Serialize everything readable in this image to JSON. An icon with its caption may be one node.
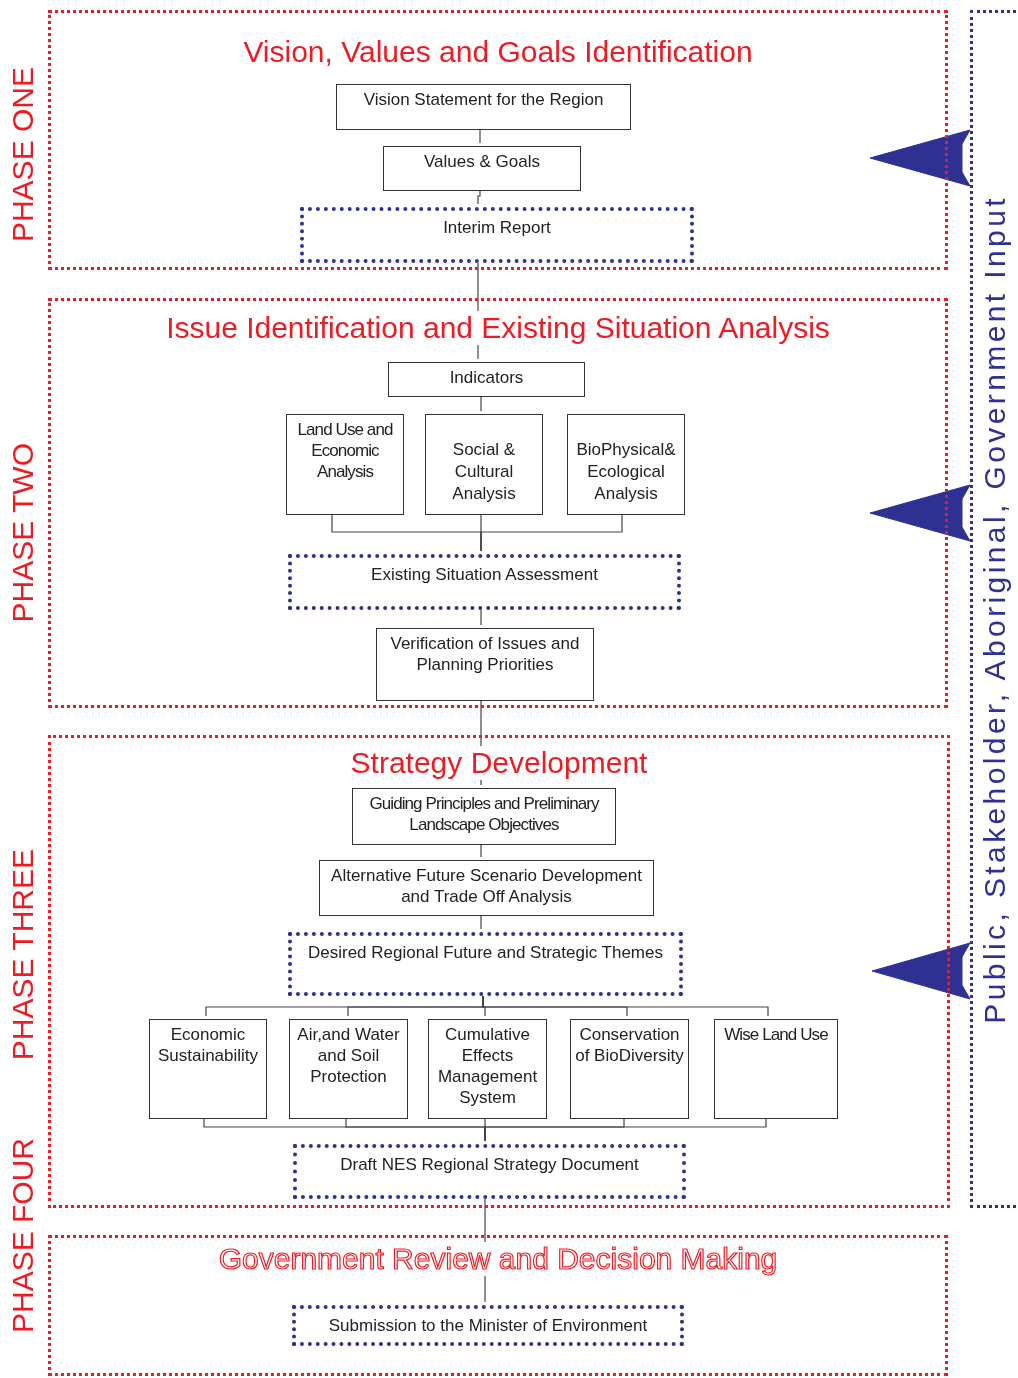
{
  "diagram": {
    "nodes": [
      {
        "text": [
          "Vision, Values and Goals Identification"
        ],
        "beside": [
          "PHASE ONE"
        ]
      },
      {
        "text": [
          "Vision Statement for the Region"
        ],
        "in": 0
      },
      {
        "text": [
          "Values & Goals"
        ],
        "in": 0
      },
      {
        "text": [
          "Interim Report"
        ],
        "in": 0
      },
      {
        "text": [
          "Issue Identification and Existing Situation Analysis"
        ],
        "beside": [
          "PHASE TWO"
        ]
      },
      {
        "text": [
          "Indicators"
        ],
        "in": 4
      },
      {
        "text": [
          "Land Use and Economic Analysis"
        ],
        "in": 4
      },
      {
        "text": [
          "Social & Cultural Analysis"
        ],
        "in": 4
      },
      {
        "text": [
          "BioPhysical& Ecological Analysis"
        ],
        "in": 4
      },
      {
        "text": [
          "Existing Situation Assessment"
        ],
        "in": 4
      },
      {
        "text": [
          "Verification of Issues and Planning Priorities"
        ],
        "in": 4
      },
      {
        "text": [
          "Strategy Development"
        ],
        "beside": [
          "PHASE THREE"
        ]
      },
      {
        "text": [
          "Guiding Principles and Preliminary Landscape Objectives"
        ],
        "in": 11
      },
      {
        "text": [
          "Alternative Future Scenario Development and Trade Off Analysis"
        ],
        "in": 11
      },
      {
        "text": [
          "Desired Regional Future and Strategic Themes"
        ],
        "in": 11
      },
      {
        "text": [
          "Economic Sustainability"
        ],
        "in": 11
      },
      {
        "text": [
          "Air,and Water and Soil Protection"
        ],
        "in": 11
      },
      {
        "text": [
          "Cumulative Effects Management System"
        ],
        "in": 11
      },
      {
        "text": [
          "Conservation of BioDiversity"
        ],
        "in": 11
      },
      {
        "text": [
          "Wise Land Use"
        ],
        "in": 11
      },
      {
        "text": [
          "Draft NES Regional Strategy Document"
        ],
        "in": 11
      },
      {
        "text": [
          "Government Review and Decision Making"
        ],
        "beside": [
          "PHASE FOUR"
        ]
      },
      {
        "text": [
          "Submission to the Minister of Environment"
        ],
        "in": 21
      },
      {
        "text": [
          "Public, Stakeholder, Aboriginal, Government Input"
        ]
      }
    ],
    "edges": [
      {
        "from": 1,
        "to": 2,
        "arrow": "none"
      },
      {
        "from": 2,
        "to": 3,
        "arrow": "none"
      },
      {
        "from": 3,
        "to": 5,
        "arrow": "none"
      },
      {
        "from": 5,
        "to": 7,
        "arrow": "none"
      },
      {
        "from": 6,
        "to": 9,
        "arrow": "none"
      },
      {
        "from": 7,
        "to": 9,
        "arrow": "none"
      },
      {
        "from": 8,
        "to": 9,
        "arrow": "none"
      },
      {
        "from": 9,
        "to": 10,
        "arrow": "none"
      },
      {
        "from": 10,
        "to": 12,
        "arrow": "none"
      },
      {
        "from": 12,
        "to": 13,
        "arrow": "none"
      },
      {
        "from": 13,
        "to": 14,
        "arrow": "none"
      },
      {
        "from": 14,
        "to": 15,
        "arrow": "none"
      },
      {
        "from": 14,
        "to": 16,
        "arrow": "none"
      },
      {
        "from": 14,
        "to": 17,
        "arrow": "none"
      },
      {
        "from": 14,
        "to": 18,
        "arrow": "none"
      },
      {
        "from": 14,
        "to": 19,
        "arrow": "none"
      },
      {
        "from": 15,
        "to": 20,
        "arrow": "none"
      },
      {
        "from": 16,
        "to": 20,
        "arrow": "none"
      },
      {
        "from": 17,
        "to": 20,
        "arrow": "none"
      },
      {
        "from": 18,
        "to": 20,
        "arrow": "none"
      },
      {
        "from": 19,
        "to": 20,
        "arrow": "none"
      },
      {
        "from": 20,
        "to": 22,
        "arrow": "none"
      },
      {
        "from": 23,
        "to": 0,
        "arrow": "to",
        "style": "thick",
        "color": "#2e3192"
      },
      {
        "from": 23,
        "to": 4,
        "arrow": "to",
        "style": "thick",
        "color": "#2e3192"
      },
      {
        "from": 23,
        "to": 11,
        "arrow": "to",
        "style": "thick",
        "color": "#2e3192"
      }
    ]
  }
}
